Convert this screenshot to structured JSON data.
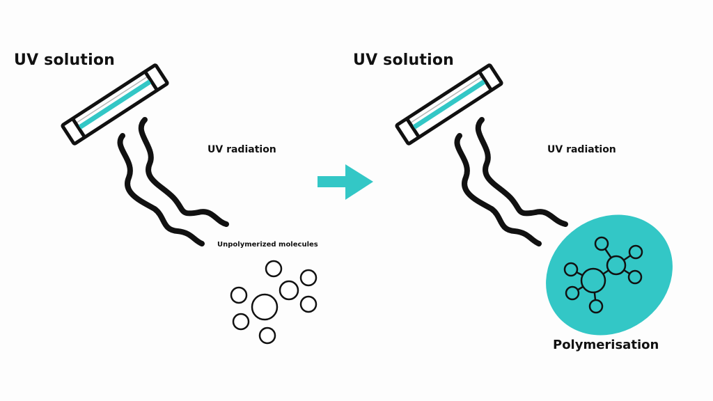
{
  "left_panel": {
    "title": "UV solution",
    "radiation_label": "UV radiation",
    "molecules_label": "Unpolymerized molecules"
  },
  "right_panel": {
    "title": "UV solution",
    "radiation_label": "UV radiation",
    "result_label": "Polymerisation"
  },
  "colors": {
    "accent": "#33c7c6",
    "stroke": "#111111",
    "background": "#fdfdfd"
  },
  "icons": [
    "uv-lamp-icon",
    "uv-wave-icon",
    "molecule-circle-icon",
    "right-arrow-icon",
    "polymer-network-icon"
  ]
}
